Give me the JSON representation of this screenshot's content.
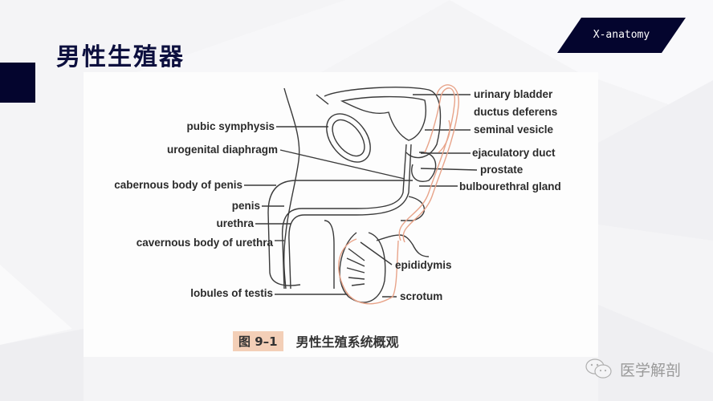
{
  "slide": {
    "title": "男性生殖器",
    "brand_badge": "X-anatomy",
    "colors": {
      "navy": "#04052e",
      "title_text": "#0c0f3e",
      "background": "#f4f4f6",
      "panel": "#fdfdfd",
      "caption_highlight": "#f3cfb7",
      "duct_line": "#e8a48a"
    }
  },
  "figure": {
    "labels_left": [
      "pubic symphysis",
      "urogenital diaphragm",
      "cabernous body of penis",
      "penis",
      "urethra",
      "cavernous body of urethra",
      "lobules of testis"
    ],
    "labels_right": [
      "urinary bladder",
      "ductus deferens",
      "seminal vesicle",
      "ejaculatory duct",
      "prostate",
      "bulbourethral gland",
      "epididymis",
      "scrotum"
    ],
    "caption": {
      "number": "图 9–1",
      "title": "男性生殖系统概观"
    }
  },
  "watermark": {
    "icon": "wechat-icon",
    "text": "医学解剖"
  }
}
